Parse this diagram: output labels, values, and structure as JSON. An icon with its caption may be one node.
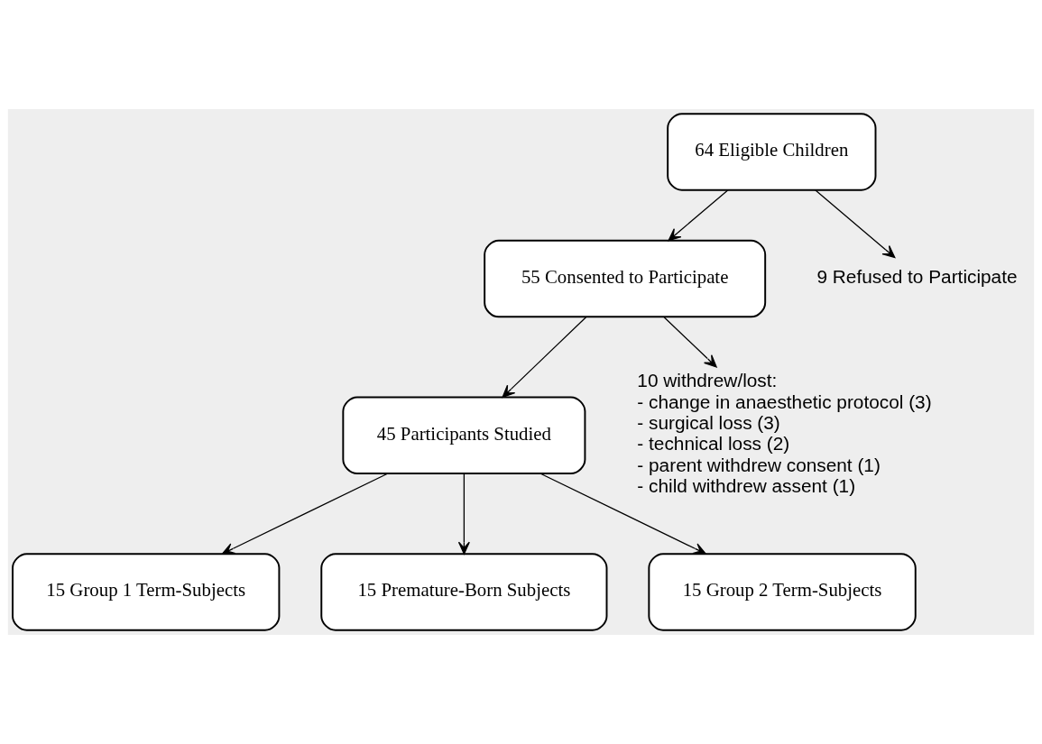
{
  "diagram": {
    "nodes": [
      {
        "text": [
          "64 Eligible Children"
        ]
      },
      {
        "text": [
          "55 Consented to Participate"
        ]
      },
      {
        "text": [
          "45 Participants Studied"
        ]
      },
      {
        "text": [
          "15 Group 1 Term-Subjects"
        ]
      },
      {
        "text": [
          "15 Premature-Born Subjects"
        ]
      },
      {
        "text": [
          "15 Group 2 Term-Subjects"
        ]
      },
      {
        "text": [
          "9 Refused to Participate"
        ]
      },
      {
        "text": [
          "10 withdrew/lost:",
          "- change in anaesthetic protocol (3)",
          "- surgical loss (3)",
          "- technical loss (2)",
          "- parent withdrew consent (1)",
          "- child withdrew assent (1)"
        ]
      }
    ],
    "edges": [
      {
        "from": 0,
        "to": 1,
        "arrow": "to"
      },
      {
        "from": 0,
        "to": 6,
        "arrow": "to"
      },
      {
        "from": 1,
        "to": 2,
        "arrow": "to"
      },
      {
        "from": 1,
        "to": 7,
        "arrow": "to"
      },
      {
        "from": 2,
        "to": 3,
        "arrow": "to"
      },
      {
        "from": 2,
        "to": 4,
        "arrow": "to"
      },
      {
        "from": 2,
        "to": 5,
        "arrow": "to"
      }
    ]
  }
}
